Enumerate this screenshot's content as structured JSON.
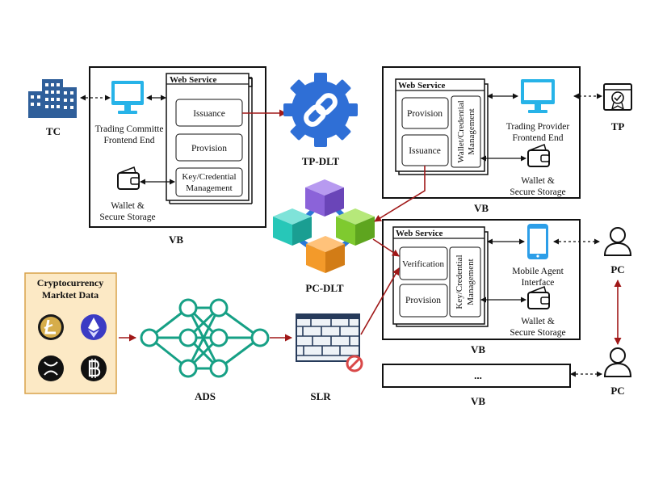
{
  "colors": {
    "building": "#2f5f9a",
    "monitor": "#27b3e8",
    "dlt_gear": "#2f6fd6",
    "arrow_red": "#a01818",
    "crypto_panel_bg": "#fce9c5",
    "crypto_panel_border": "#d8a24a",
    "network": "#16a085",
    "phone": "#2c9ee8",
    "cube_purple": "#8b63d9",
    "cube_teal": "#27c7b8",
    "cube_green": "#7fca2f",
    "cube_orange": "#f39a2a",
    "cube_link": "#2b78d6"
  },
  "icons": {
    "tc": "office-building-icon",
    "tc_monitor": "computer-monitor-icon",
    "tp": "certificate-document-icon",
    "tp_monitor": "computer-monitor-icon",
    "tp_dlt": "gear-chain-link-icon",
    "pc_dlt": "blockchain-cubes-icon",
    "wallet": "wallet-icon",
    "mobile": "smartphone-icon",
    "pc": "person-icon",
    "ads": "neural-network-icon",
    "slr": "firewall-icon",
    "block": "blocked-sign-icon",
    "coins": [
      "litecoin-icon",
      "ethereum-icon",
      "xrp-icon",
      "bitcoin-icon"
    ]
  },
  "tc": {
    "label": "TC"
  },
  "tp": {
    "label": "TP"
  },
  "tp_dlt": {
    "label": "TP-DLT"
  },
  "pc_dlt": {
    "label": "PC-DLT"
  },
  "ads": {
    "label": "ADS"
  },
  "slr": {
    "label": "SLR"
  },
  "crypto": {
    "title_line1": "Cryptocurrency",
    "title_line2": "Marktet Data"
  },
  "vb_tc": {
    "label": "VB",
    "web_service": "Web Service",
    "issuance": "Issuance",
    "provision": "Provision",
    "key_line1": "Key/Credential",
    "key_line2": "Management",
    "frontend_line1": "Trading Committe",
    "frontend_line2": "Frontend End",
    "wallet_line1": "Wallet &",
    "wallet_line2": "Secure Storage"
  },
  "vb_tp": {
    "label": "VB",
    "web_service": "Web Service",
    "provision": "Provision",
    "issuance": "Issuance",
    "wallet_mgmt_line1": "Wallet/Credential",
    "wallet_mgmt_line2": "Management",
    "frontend_line1": "Trading Provider",
    "frontend_line2": "Frontend End",
    "wallet_line1": "Wallet &",
    "wallet_line2": "Secure Storage"
  },
  "vb_pc": {
    "label": "VB",
    "web_service": "Web Service",
    "verification": "Verification",
    "provision": "Provision",
    "key_line1": "Key/Credential",
    "key_line2": "Management",
    "mobile_line1": "Mobile Agent",
    "mobile_line2": "Interface",
    "wallet_line1": "Wallet &",
    "wallet_line2": "Secure Storage"
  },
  "vb_extra": {
    "label": "VB",
    "ellipsis": "..."
  },
  "pc_upper": {
    "label": "PC"
  },
  "pc_lower": {
    "label": "PC"
  }
}
